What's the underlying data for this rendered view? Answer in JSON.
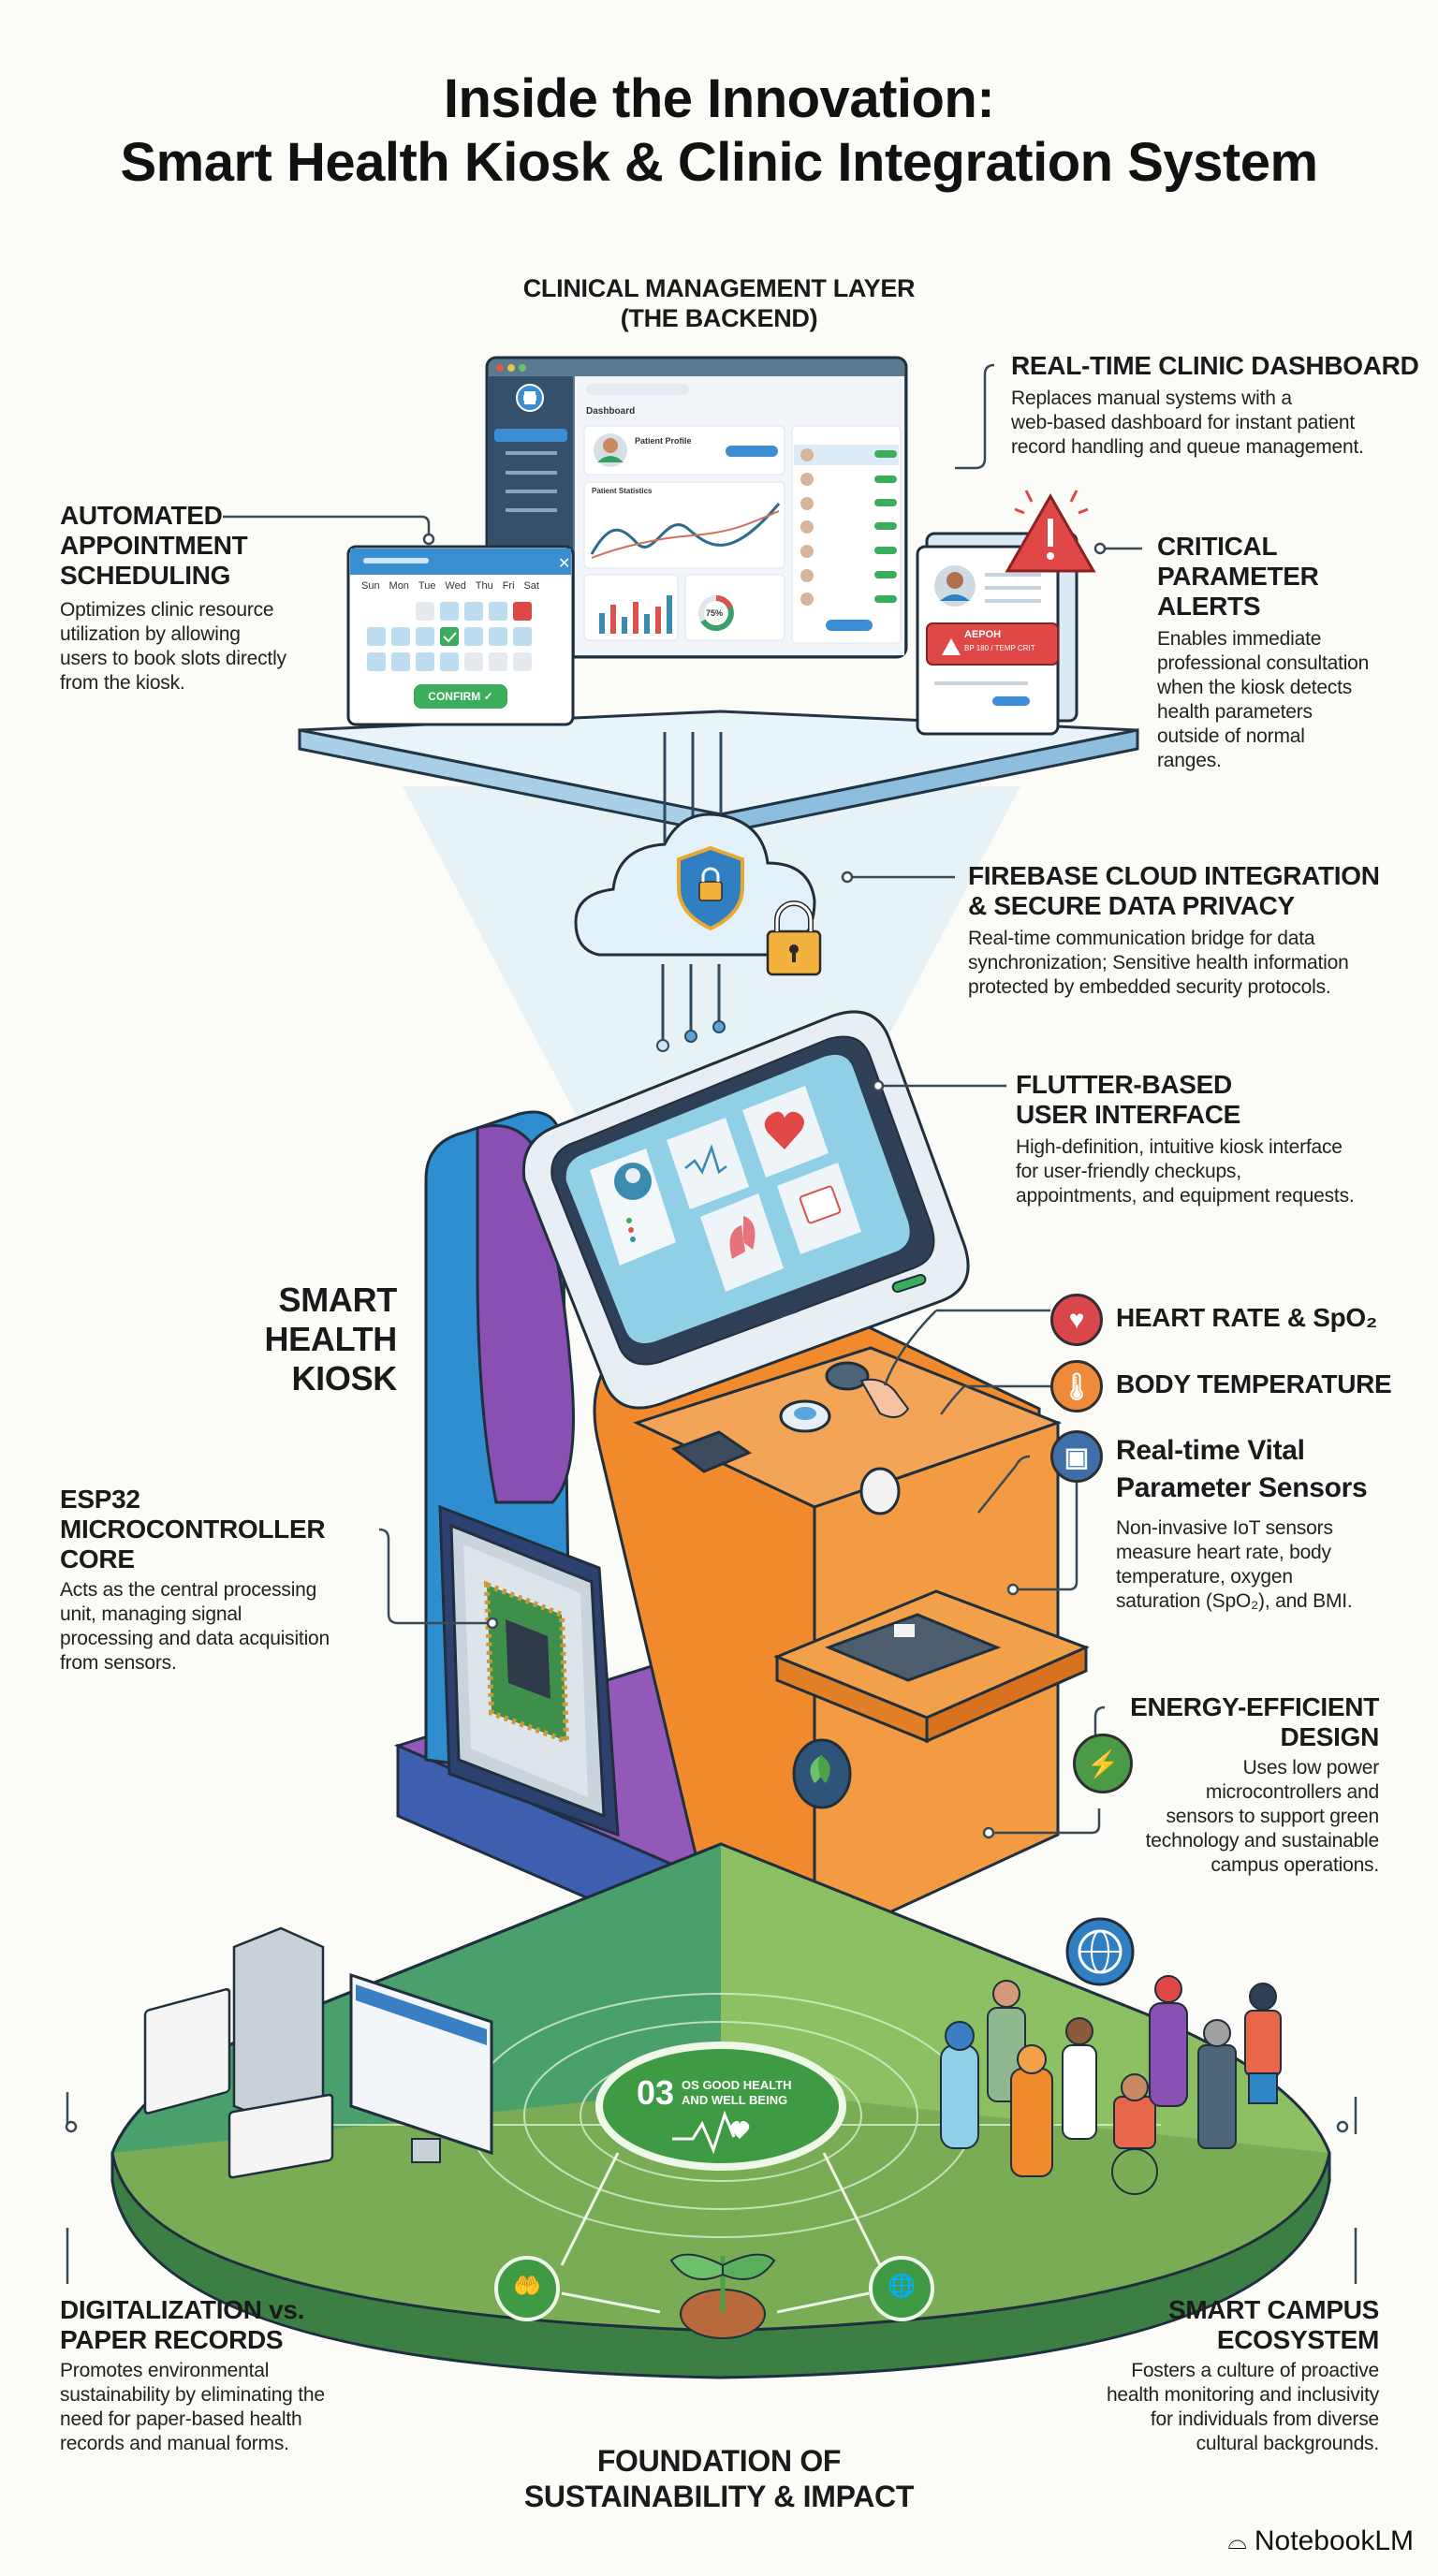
{
  "title": {
    "line1": "Inside the Innovation:",
    "line2": "Smart Health Kiosk & Clinic Integration System"
  },
  "backend": {
    "heading_line1": "CLINICAL MANAGEMENT LAYER",
    "heading_line2": "(THE BACKEND)",
    "dashboard_window_title": "Dashboard",
    "dashboard_card_profile": "Patient Profile",
    "dashboard_card_chart": "Patient Statistics",
    "dashboard_donut_value": "75%",
    "calendar": {
      "days": [
        "Sun",
        "Mon",
        "Tue",
        "Wed",
        "Thu",
        "Fri",
        "Sat"
      ],
      "confirm_label": "CONFIRM ✓"
    },
    "alert_card": {
      "label": "AEPOH",
      "sub": "BP 180 / TEMP CRIT"
    }
  },
  "features": {
    "automated_scheduling": {
      "title_lines": [
        "AUTOMATED",
        "APPOINTMENT",
        "SCHEDULING"
      ],
      "desc_lines": [
        "Optimizes clinic resource",
        "utilization by allowing",
        "users to book slots directly",
        "from the kiosk."
      ]
    },
    "realtime_dashboard": {
      "title": "REAL-TIME CLINIC DASHBOARD",
      "desc_lines": [
        "Replaces manual systems with a",
        "web-based dashboard for instant patient",
        "record handling and queue management."
      ]
    },
    "critical_alerts": {
      "title_lines": [
        "CRITICAL",
        "PARAMETER",
        "ALERTS"
      ],
      "desc_lines": [
        "Enables immediate",
        "professional consultation",
        "when the kiosk detects",
        "health parameters",
        "outside of normal",
        "ranges."
      ]
    },
    "firebase": {
      "title_lines": [
        "FIREBASE CLOUD INTEGRATION",
        "& SECURE DATA PRIVACY"
      ],
      "desc_lines": [
        "Real-time communication bridge for data",
        "synchronization; Sensitive health information",
        "protected by embedded security protocols."
      ]
    },
    "flutter_ui": {
      "title_lines": [
        "FLUTTER-BASED",
        "USER INTERFACE"
      ],
      "desc_lines": [
        "High-definition, intuitive kiosk interface",
        "for user-friendly checkups,",
        "appointments, and equipment requests."
      ]
    },
    "kiosk_label": {
      "lines": [
        "SMART",
        "HEALTH",
        "KIOSK"
      ]
    },
    "heart_rate": {
      "title": "HEART RATE & SpO₂",
      "icon": "heart-pulse-icon",
      "color": "#d9474b"
    },
    "body_temp": {
      "title": "BODY TEMPERATURE",
      "icon": "thermometer-icon",
      "color": "#ee8a3a"
    },
    "vital_sensors": {
      "title_lines": [
        "Real-time Vital",
        "Parameter Sensors"
      ],
      "icon": "scale-icon",
      "color": "#3f6fa8",
      "desc_lines": [
        "Non-invasive IoT sensors",
        "measure heart rate, body",
        "temperature, oxygen",
        "saturation (SpO₂), and BMI."
      ]
    },
    "esp32": {
      "title_lines": [
        "ESP32",
        "MICROCONTROLLER CORE"
      ],
      "desc_lines": [
        "Acts as the central processing",
        "unit, managing signal",
        "processing and data acquisition",
        "from sensors."
      ]
    },
    "energy": {
      "title_lines": [
        "ENERGY-EFFICIENT",
        "DESIGN"
      ],
      "icon": "lightning-icon",
      "color": "#4a9a46",
      "desc_lines": [
        "Uses low power",
        "microcontrollers and",
        "sensors to support green",
        "technology and sustainable",
        "campus operations."
      ]
    },
    "digitalization": {
      "title_lines": [
        "DIGITALIZATION vs.",
        "PAPER RECORDS"
      ],
      "desc_lines": [
        "Promotes environmental",
        "sustainability by eliminating the",
        "need for paper-based health",
        "records and manual forms."
      ]
    },
    "smart_campus": {
      "title_lines": [
        "SMART CAMPUS",
        "ECOSYSTEM"
      ],
      "desc_lines": [
        "Fosters a culture of proactive",
        "health monitoring and inclusivity",
        "for individuals from diverse",
        "cultural backgrounds."
      ]
    }
  },
  "foundation": {
    "sdg_number": "03",
    "sdg_label_line1": "OS GOOD HEALTH",
    "sdg_label_line2": "AND WELL BEING",
    "heading_line1": "FOUNDATION OF",
    "heading_line2": "SUSTAINABILITY & IMPACT"
  },
  "colors": {
    "kiosk_blue": "#2f86c6",
    "kiosk_purple": "#8a4fb3",
    "kiosk_orange": "#f08a2c",
    "platform_green_dark": "#3f8f5a",
    "platform_green_light": "#8cc063",
    "screen_cyan": "#8fd0e6",
    "alert_red": "#e04848"
  },
  "watermark": "NotebookLM"
}
